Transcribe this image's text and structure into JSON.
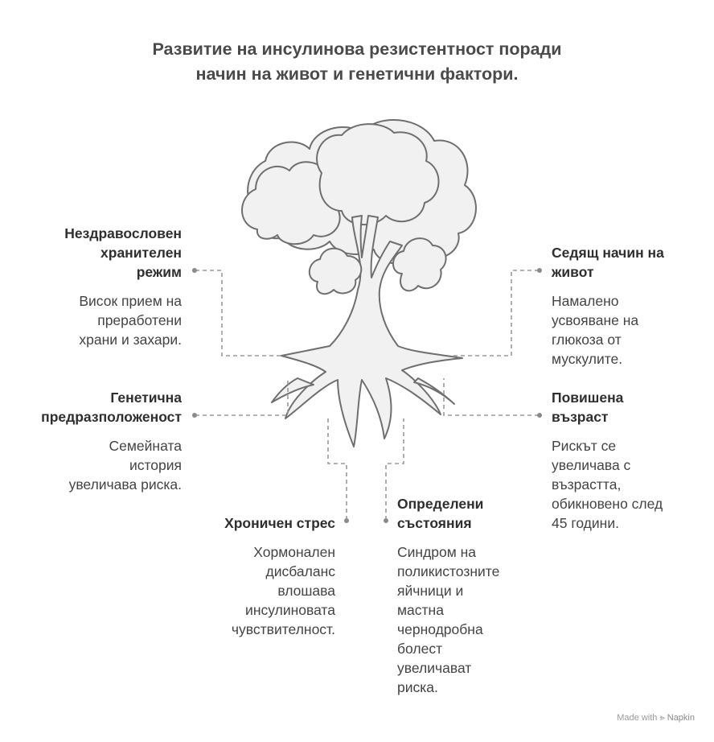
{
  "title": {
    "line1": "Развитие на инсулинова резистентност поради",
    "line2": "начин на живот и генетични фактори."
  },
  "factors": [
    {
      "id": "diet",
      "heading": [
        "Нездравословен",
        "хранителен",
        "режим"
      ],
      "description": [
        "Висок прием на",
        "преработени",
        "храни и захари."
      ]
    },
    {
      "id": "genetic",
      "heading": [
        "Генетична",
        "предразположеност"
      ],
      "description": [
        "Семейната",
        "история",
        "увеличава риска."
      ]
    },
    {
      "id": "stress",
      "heading": [
        "Хроничен стрес"
      ],
      "description": [
        "Хормонален",
        "дисбаланс",
        "влошава",
        "инсулиновата",
        "чувствителност."
      ]
    },
    {
      "id": "conditions",
      "heading": [
        "Определени",
        "състояния"
      ],
      "description": [
        "Синдром на",
        "поликистозните",
        "яйчници и",
        "мастна",
        "чернодробна",
        "болест",
        "увеличават",
        "риска."
      ]
    },
    {
      "id": "sedentary",
      "heading": [
        "Седящ начин на",
        "живот"
      ],
      "description": [
        "Намалено",
        "усвояване на",
        "глюкоза от",
        "мускулите."
      ]
    },
    {
      "id": "age",
      "heading": [
        "Повишена",
        "възраст"
      ],
      "description": [
        "Рискът се",
        "увеличава с",
        "възрастта,",
        "обикновено след",
        "45 години."
      ]
    }
  ],
  "footer": {
    "made_with": "Made with",
    "brand": "Napkin"
  },
  "colors": {
    "tree_fill": "#f1f1f1",
    "tree_stroke": "#6f6f6f",
    "connector": "#9a9a9a",
    "heading": "#2f2f2f",
    "text": "#444444"
  }
}
